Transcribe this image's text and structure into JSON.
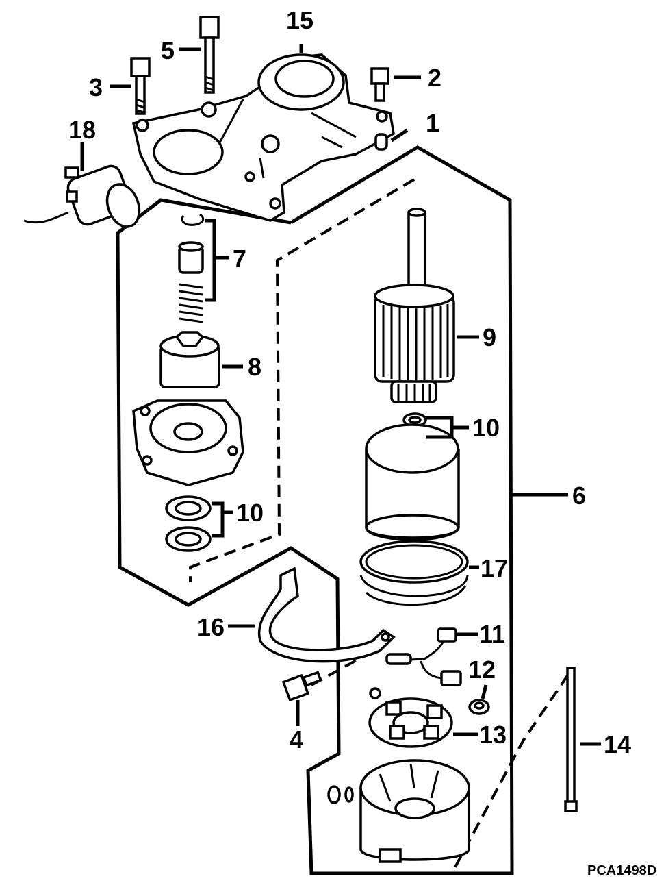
{
  "diagram": {
    "code": "PCA1498D",
    "callouts": {
      "c1": "1",
      "c2": "2",
      "c3": "3",
      "c4": "4",
      "c5": "5",
      "c6": "6",
      "c7": "7",
      "c8": "8",
      "c9": "9",
      "c10a": "10",
      "c10b": "10",
      "c11": "11",
      "c12": "12",
      "c13": "13",
      "c14": "14",
      "c15": "15",
      "c16": "16",
      "c17": "17",
      "c18": "18"
    }
  }
}
